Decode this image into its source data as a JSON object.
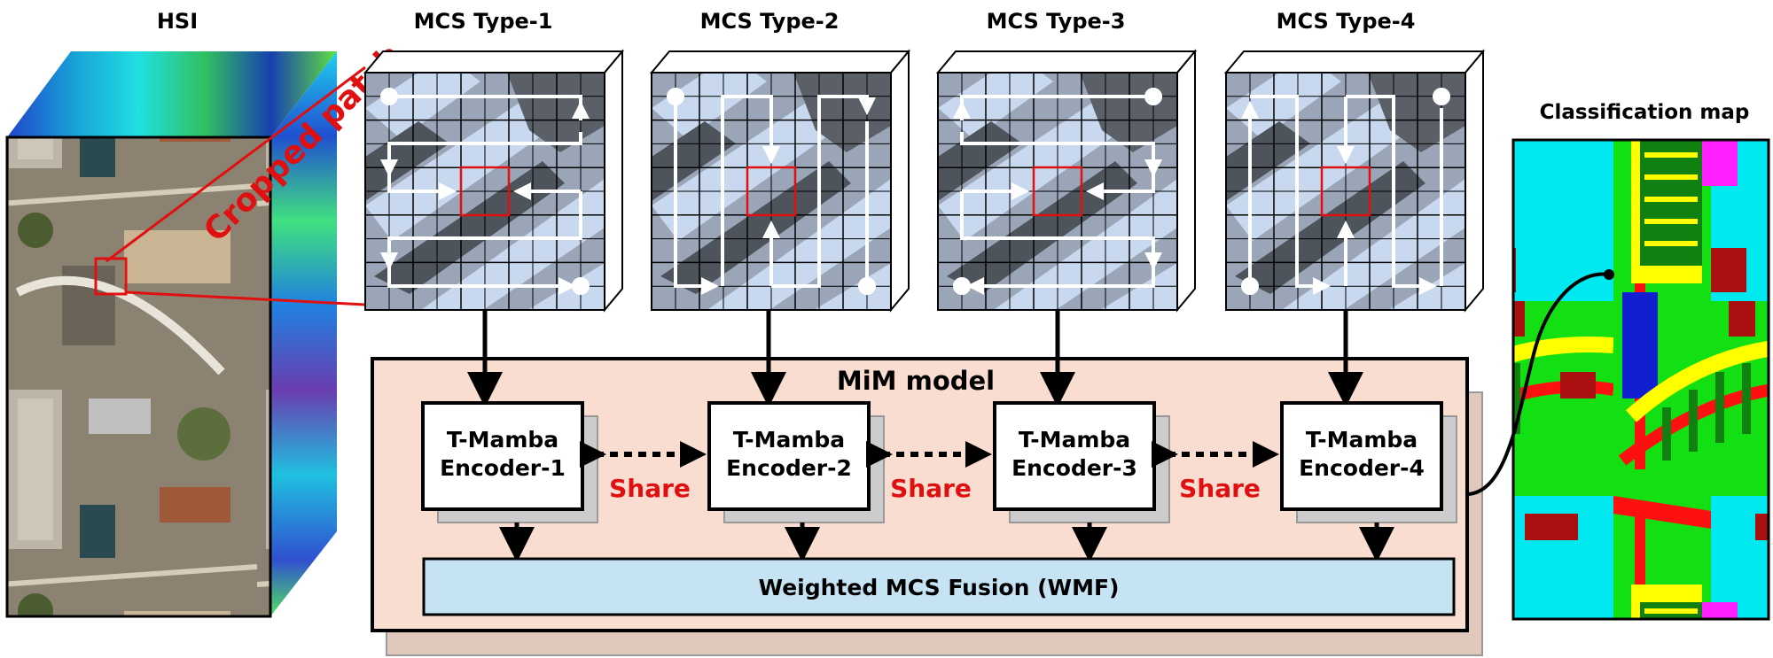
{
  "hsi": {
    "title": "HSI",
    "cropped_label": "Cropped patch"
  },
  "mcs": [
    {
      "title": "MCS Type-1"
    },
    {
      "title": "MCS Type-2"
    },
    {
      "title": "MCS Type-3"
    },
    {
      "title": "MCS Type-4"
    }
  ],
  "model": {
    "title": "MiM model",
    "encoders": [
      {
        "line1": "T-Mamba",
        "line2": "Encoder-1"
      },
      {
        "line1": "T-Mamba",
        "line2": "Encoder-2"
      },
      {
        "line1": "T-Mamba",
        "line2": "Encoder-3"
      },
      {
        "line1": "T-Mamba",
        "line2": "Encoder-4"
      }
    ],
    "share_label": "Share",
    "fusion_label": "Weighted MCS Fusion (WMF)"
  },
  "output": {
    "title": "Classification map"
  },
  "colors": {
    "model_bg": "#f9ddd0",
    "fusion_bg": "#c5e3f3",
    "share": "#e01010",
    "crop_box": "#e01010"
  }
}
